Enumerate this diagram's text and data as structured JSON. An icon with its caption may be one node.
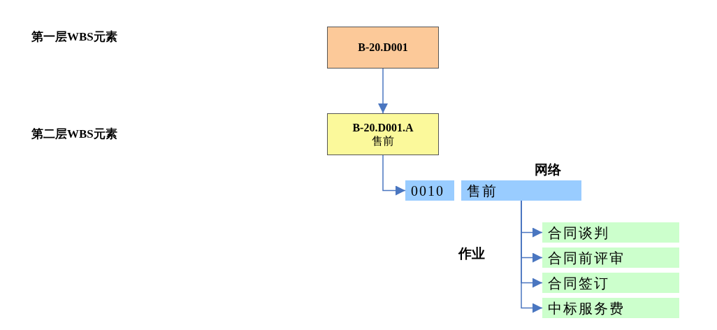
{
  "diagram": {
    "nodes": [
      {
        "text": [
          "B-20.D001"
        ]
      },
      {
        "text": [
          "B-20.D001.A",
          "售前"
        ]
      },
      {
        "text": [
          "0010"
        ]
      },
      {
        "text": [
          "售前"
        ],
        "beside": [
          "网络"
        ]
      },
      {
        "text": [
          "合同谈判"
        ]
      },
      {
        "text": [
          "合同前评审"
        ]
      },
      {
        "text": [
          "合同签订"
        ]
      },
      {
        "text": [
          "中标服务费"
        ]
      }
    ],
    "edges": [
      {
        "from": 0,
        "to": 1,
        "arrow": "to"
      },
      {
        "from": 1,
        "to": 2,
        "arrow": "to"
      },
      {
        "from": 3,
        "to": 4,
        "arrow": "to"
      },
      {
        "from": 3,
        "to": 5,
        "arrow": "to"
      },
      {
        "from": 3,
        "to": 6,
        "arrow": "to"
      },
      {
        "from": 3,
        "to": 7,
        "arrow": "to"
      }
    ],
    "labels": [
      "第一层WBS元素",
      "第二层WBS元素",
      "作业"
    ]
  }
}
